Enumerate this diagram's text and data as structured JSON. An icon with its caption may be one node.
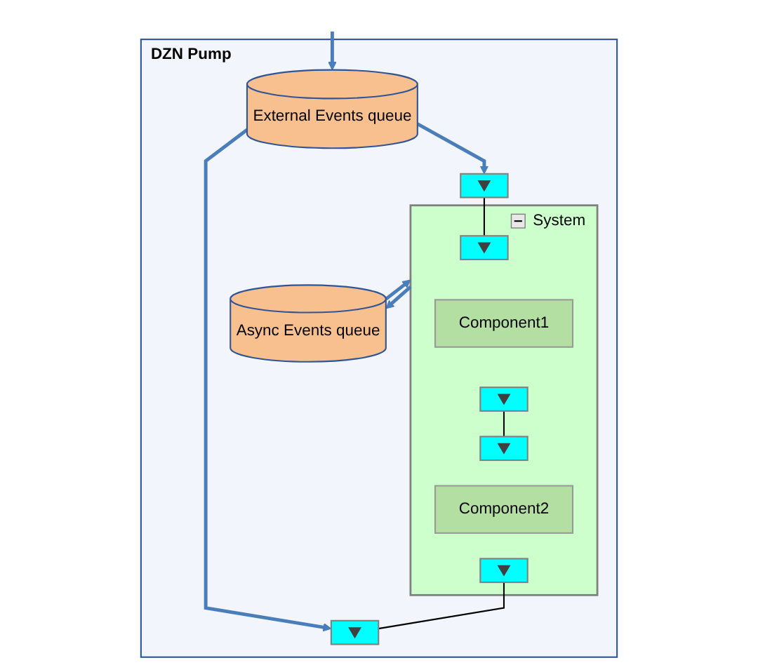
{
  "diagram": {
    "nodes": [
      {
        "text": [
          "DZN Pump"
        ]
      },
      {
        "text": [
          "System"
        ],
        "in": 0
      },
      {
        "text": [],
        "shape": "box",
        "in": 0
      },
      {
        "text": [],
        "shape": "box",
        "in": 1
      },
      {
        "text": [
          "Component1"
        ],
        "in": 1
      },
      {
        "text": [],
        "shape": "box",
        "in": 1
      },
      {
        "text": [],
        "shape": "box",
        "in": 1
      },
      {
        "text": [
          "Component2"
        ],
        "in": 1
      },
      {
        "text": [],
        "shape": "box",
        "in": 1
      },
      {
        "text": [],
        "shape": "box",
        "in": 0
      },
      {
        "text": [
          "External Events queue"
        ],
        "in": 0
      },
      {
        "text": [
          "Async Events queue"
        ],
        "in": 0
      }
    ],
    "edges": [
      {
        "from": null,
        "to": 10,
        "arrow": "to"
      },
      {
        "from": 10,
        "to": 2,
        "arrow": "to"
      },
      {
        "from": 10,
        "to": 9,
        "arrow": "to"
      },
      {
        "from": 2,
        "to": 3,
        "arrow": "none",
        "color": "#000000"
      },
      {
        "from": 5,
        "to": 6,
        "arrow": "none",
        "color": "#000000"
      },
      {
        "from": 8,
        "to": 9,
        "arrow": "none",
        "color": "#000000"
      },
      {
        "from": 1,
        "to": 11,
        "arrow": "to"
      },
      {
        "from": 11,
        "to": 1,
        "arrow": "to"
      }
    ]
  }
}
